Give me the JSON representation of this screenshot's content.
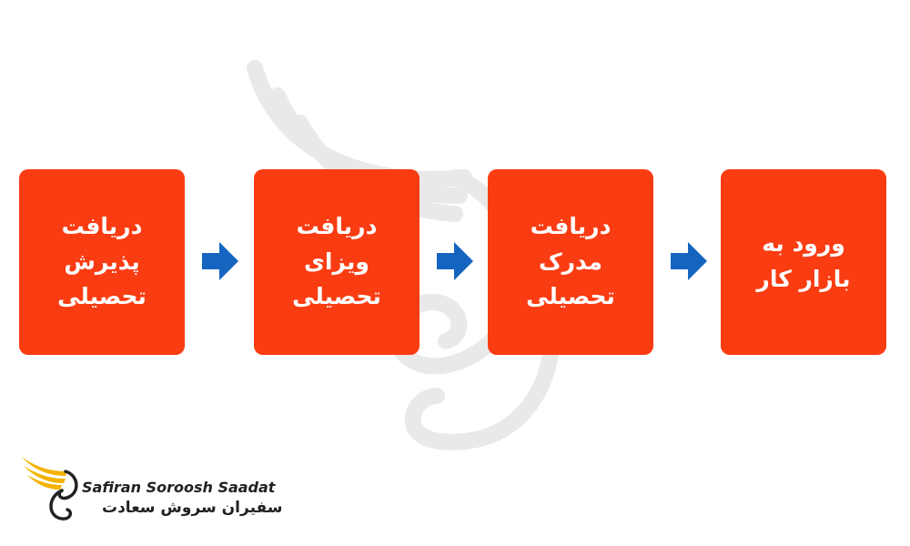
{
  "steps": [
    {
      "label": "دریافت\nپذیرش\nتحصیلی"
    },
    {
      "label": "دریافت\nویزای\nتحصیلی"
    },
    {
      "label": "دریافت\nمدرک\nتحصیلی"
    },
    {
      "label": "ورود به\nبازار کار"
    }
  ],
  "logo": {
    "name_en": "Safiran Soroosh Saadat",
    "name_fa": "سفیران سروش سعادت"
  },
  "icons": {
    "arrow": "right-arrow-icon",
    "watermark": "wing-swirl-watermark",
    "logo_mark": "golden-wing-swirl-icon"
  },
  "colors": {
    "box": "#fa3c12",
    "arrow": "#1565c0",
    "logo_wing": "#f2b400",
    "text_on_box": "#ffffff"
  }
}
